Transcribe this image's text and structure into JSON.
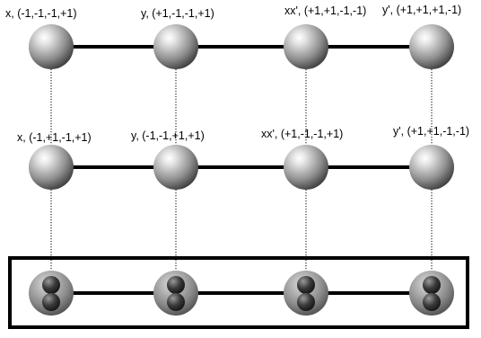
{
  "rows": [
    {
      "nodes": [
        {
          "label": "x, (-1,-1,-1,+1)",
          "style": "sphere"
        },
        {
          "label": "y, (+1,-1,-1,+1)",
          "style": "sphere"
        },
        {
          "label": "xx', (+1,+1,-1,-1)",
          "style": "sphere"
        },
        {
          "label": "y', (+1,+1,+1,-1)",
          "style": "sphere"
        }
      ]
    },
    {
      "nodes": [
        {
          "label": "x, (-1,+1,-1,+1)",
          "style": "sphere"
        },
        {
          "label": "y, (-1,-1,+1,+1)",
          "style": "sphere"
        },
        {
          "label": "xx', (+1,-1,-1,+1)",
          "style": "sphere"
        },
        {
          "label": "y', (+1,+1,-1,-1)",
          "style": "sphere"
        }
      ]
    },
    {
      "boxed": true,
      "nodes": [
        {
          "label": "",
          "style": "composite"
        },
        {
          "label": "",
          "style": "composite"
        },
        {
          "label": "",
          "style": "composite"
        },
        {
          "label": "",
          "style": "composite"
        }
      ]
    }
  ],
  "colors": {
    "line": "#000000",
    "sphere_light": "#f2f2f2",
    "sphere_mid": "#9a9a9a",
    "sphere_dark": "#3a3a3a",
    "inner_dark": "#1a1a1a"
  }
}
